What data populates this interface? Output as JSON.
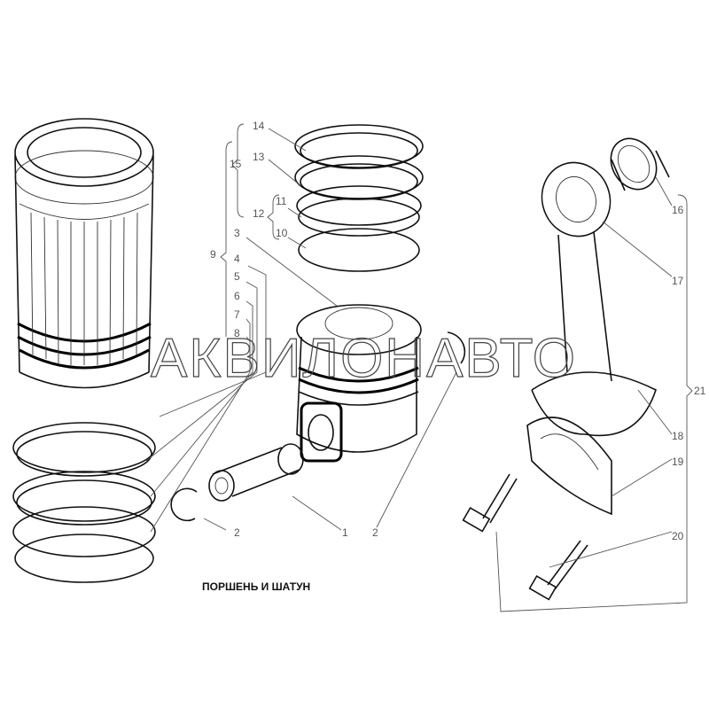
{
  "title": "ПОРШЕНЬ И ШАТУН",
  "watermark": "АКВИЛОНАВТО",
  "callouts": {
    "c1": "1",
    "c2a": "2",
    "c2b": "2",
    "c3": "3",
    "c4": "4",
    "c5": "5",
    "c6": "6",
    "c7": "7",
    "c8": "8",
    "c9": "9",
    "c10": "10",
    "c11": "11",
    "c12": "12",
    "c13": "13",
    "c14": "14",
    "c15": "15",
    "c16": "16",
    "c17": "17",
    "c18": "18",
    "c19": "19",
    "c20": "20",
    "c21": "21"
  }
}
